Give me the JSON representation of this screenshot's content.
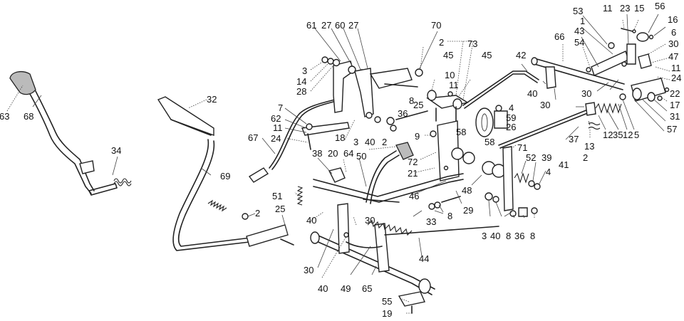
{
  "diagram": {
    "title": "Clutch / brake pedal linkage exploded parts diagram",
    "callouts": {
      "c63": "63",
      "c68": "68",
      "c34": "34",
      "c32": "32",
      "c69": "69",
      "c67": "67",
      "c7": "7",
      "c62": "62",
      "c11a": "11",
      "c24a": "24",
      "c3a": "3",
      "c14": "14",
      "c28": "28",
      "c61": "61",
      "c27a": "27",
      "c60": "60",
      "c27b": "27",
      "c70": "70",
      "c2a": "2",
      "c73": "73",
      "c45a": "45",
      "c45b": "45",
      "c10": "10",
      "c11b": "11",
      "c8a": "8",
      "c25a": "25",
      "c36a": "36",
      "c18": "18",
      "c3b": "3",
      "c40a": "40",
      "c2b": "2",
      "c9": "9",
      "c58a": "58",
      "c58b": "58",
      "c4a": "4",
      "c59": "59",
      "c26": "26",
      "c50": "50",
      "c72": "72",
      "c21": "21",
      "c38": "38",
      "c20": "20",
      "c64": "64",
      "c51": "51",
      "c46": "46",
      "c29": "29",
      "c8b": "8",
      "c33": "33",
      "c2c": "2",
      "c25b": "25",
      "c40b": "40",
      "c30a": "30",
      "c30b": "30",
      "c40c": "40",
      "c49": "49",
      "c65": "65",
      "c44": "44",
      "c55": "55",
      "c19": "19",
      "c48": "48",
      "c71": "71",
      "c52": "52",
      "c39": "39",
      "c4b": "4",
      "c3c": "3",
      "c40d": "40",
      "c8c": "8",
      "c36b": "36",
      "c8d": "8",
      "c42": "42",
      "c66": "66",
      "c40e": "40",
      "c30c": "30",
      "c30d": "30",
      "c41": "41",
      "c37": "37",
      "c13": "13",
      "c2d": "2",
      "c12a": "12",
      "c35": "35",
      "c12b": "12",
      "c5": "5",
      "c53": "53",
      "c1": "1",
      "c43": "43",
      "c54": "54",
      "c11c": "11",
      "c23": "23",
      "c15": "15",
      "c56": "56",
      "c16": "16",
      "c6": "6",
      "c30e": "30",
      "c47": "47",
      "c11d": "11",
      "c24b": "24",
      "c22": "22",
      "c17": "17",
      "c31": "31",
      "c57": "57"
    }
  }
}
